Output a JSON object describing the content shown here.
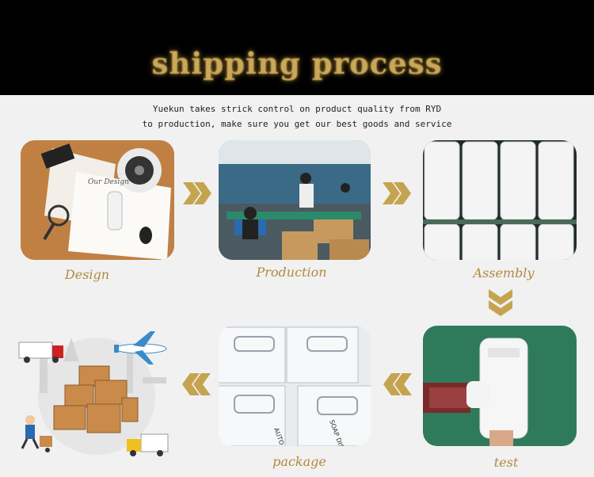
{
  "header": {
    "title": "shipping process"
  },
  "intro": {
    "line1": "Yuekun takes strick control on product quality from RYD",
    "line2": "to production, make sure you get our best goods and service"
  },
  "steps": [
    {
      "label": "Design"
    },
    {
      "label": "Production"
    },
    {
      "label": "Assembly"
    },
    {
      "label": "test"
    },
    {
      "label": "package"
    }
  ],
  "colors": {
    "accent": "#b08a3e",
    "header_bg": "#000000",
    "page_bg": "#f1f1f1"
  }
}
